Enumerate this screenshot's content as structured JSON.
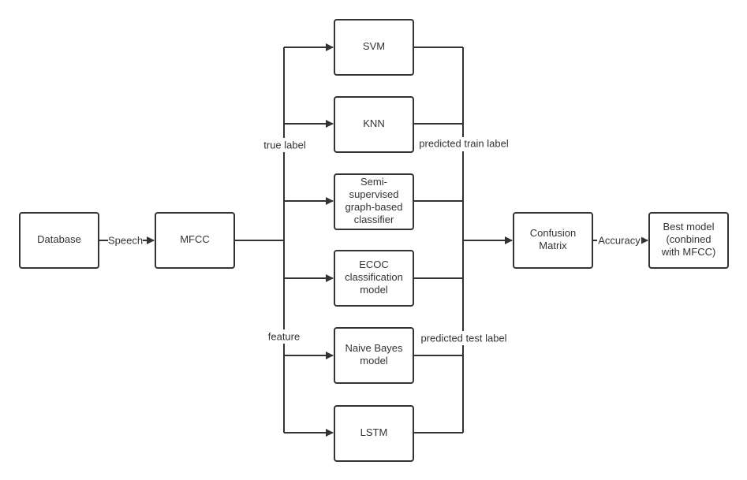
{
  "nodes": {
    "database": [
      "Database"
    ],
    "mfcc": [
      "MFCC"
    ],
    "svm": [
      "SVM"
    ],
    "knn": [
      "KNN"
    ],
    "semi": [
      "Semi-",
      "supervised",
      "graph-based",
      "classifier"
    ],
    "ecoc": [
      "ECOC",
      "classification",
      "model"
    ],
    "naive": [
      "Naive Bayes",
      "model"
    ],
    "lstm": [
      "LSTM"
    ],
    "confusion": [
      "Confusion",
      "Matrix"
    ],
    "best": [
      "Best model",
      "(conbined",
      "with MFCC)"
    ]
  },
  "edge_labels": {
    "speech": "Speech",
    "accuracy": "Accuracy",
    "true_label": "true label",
    "feature": "feature",
    "predicted_train": "predicted train label",
    "predicted_test": "predicted test label"
  }
}
